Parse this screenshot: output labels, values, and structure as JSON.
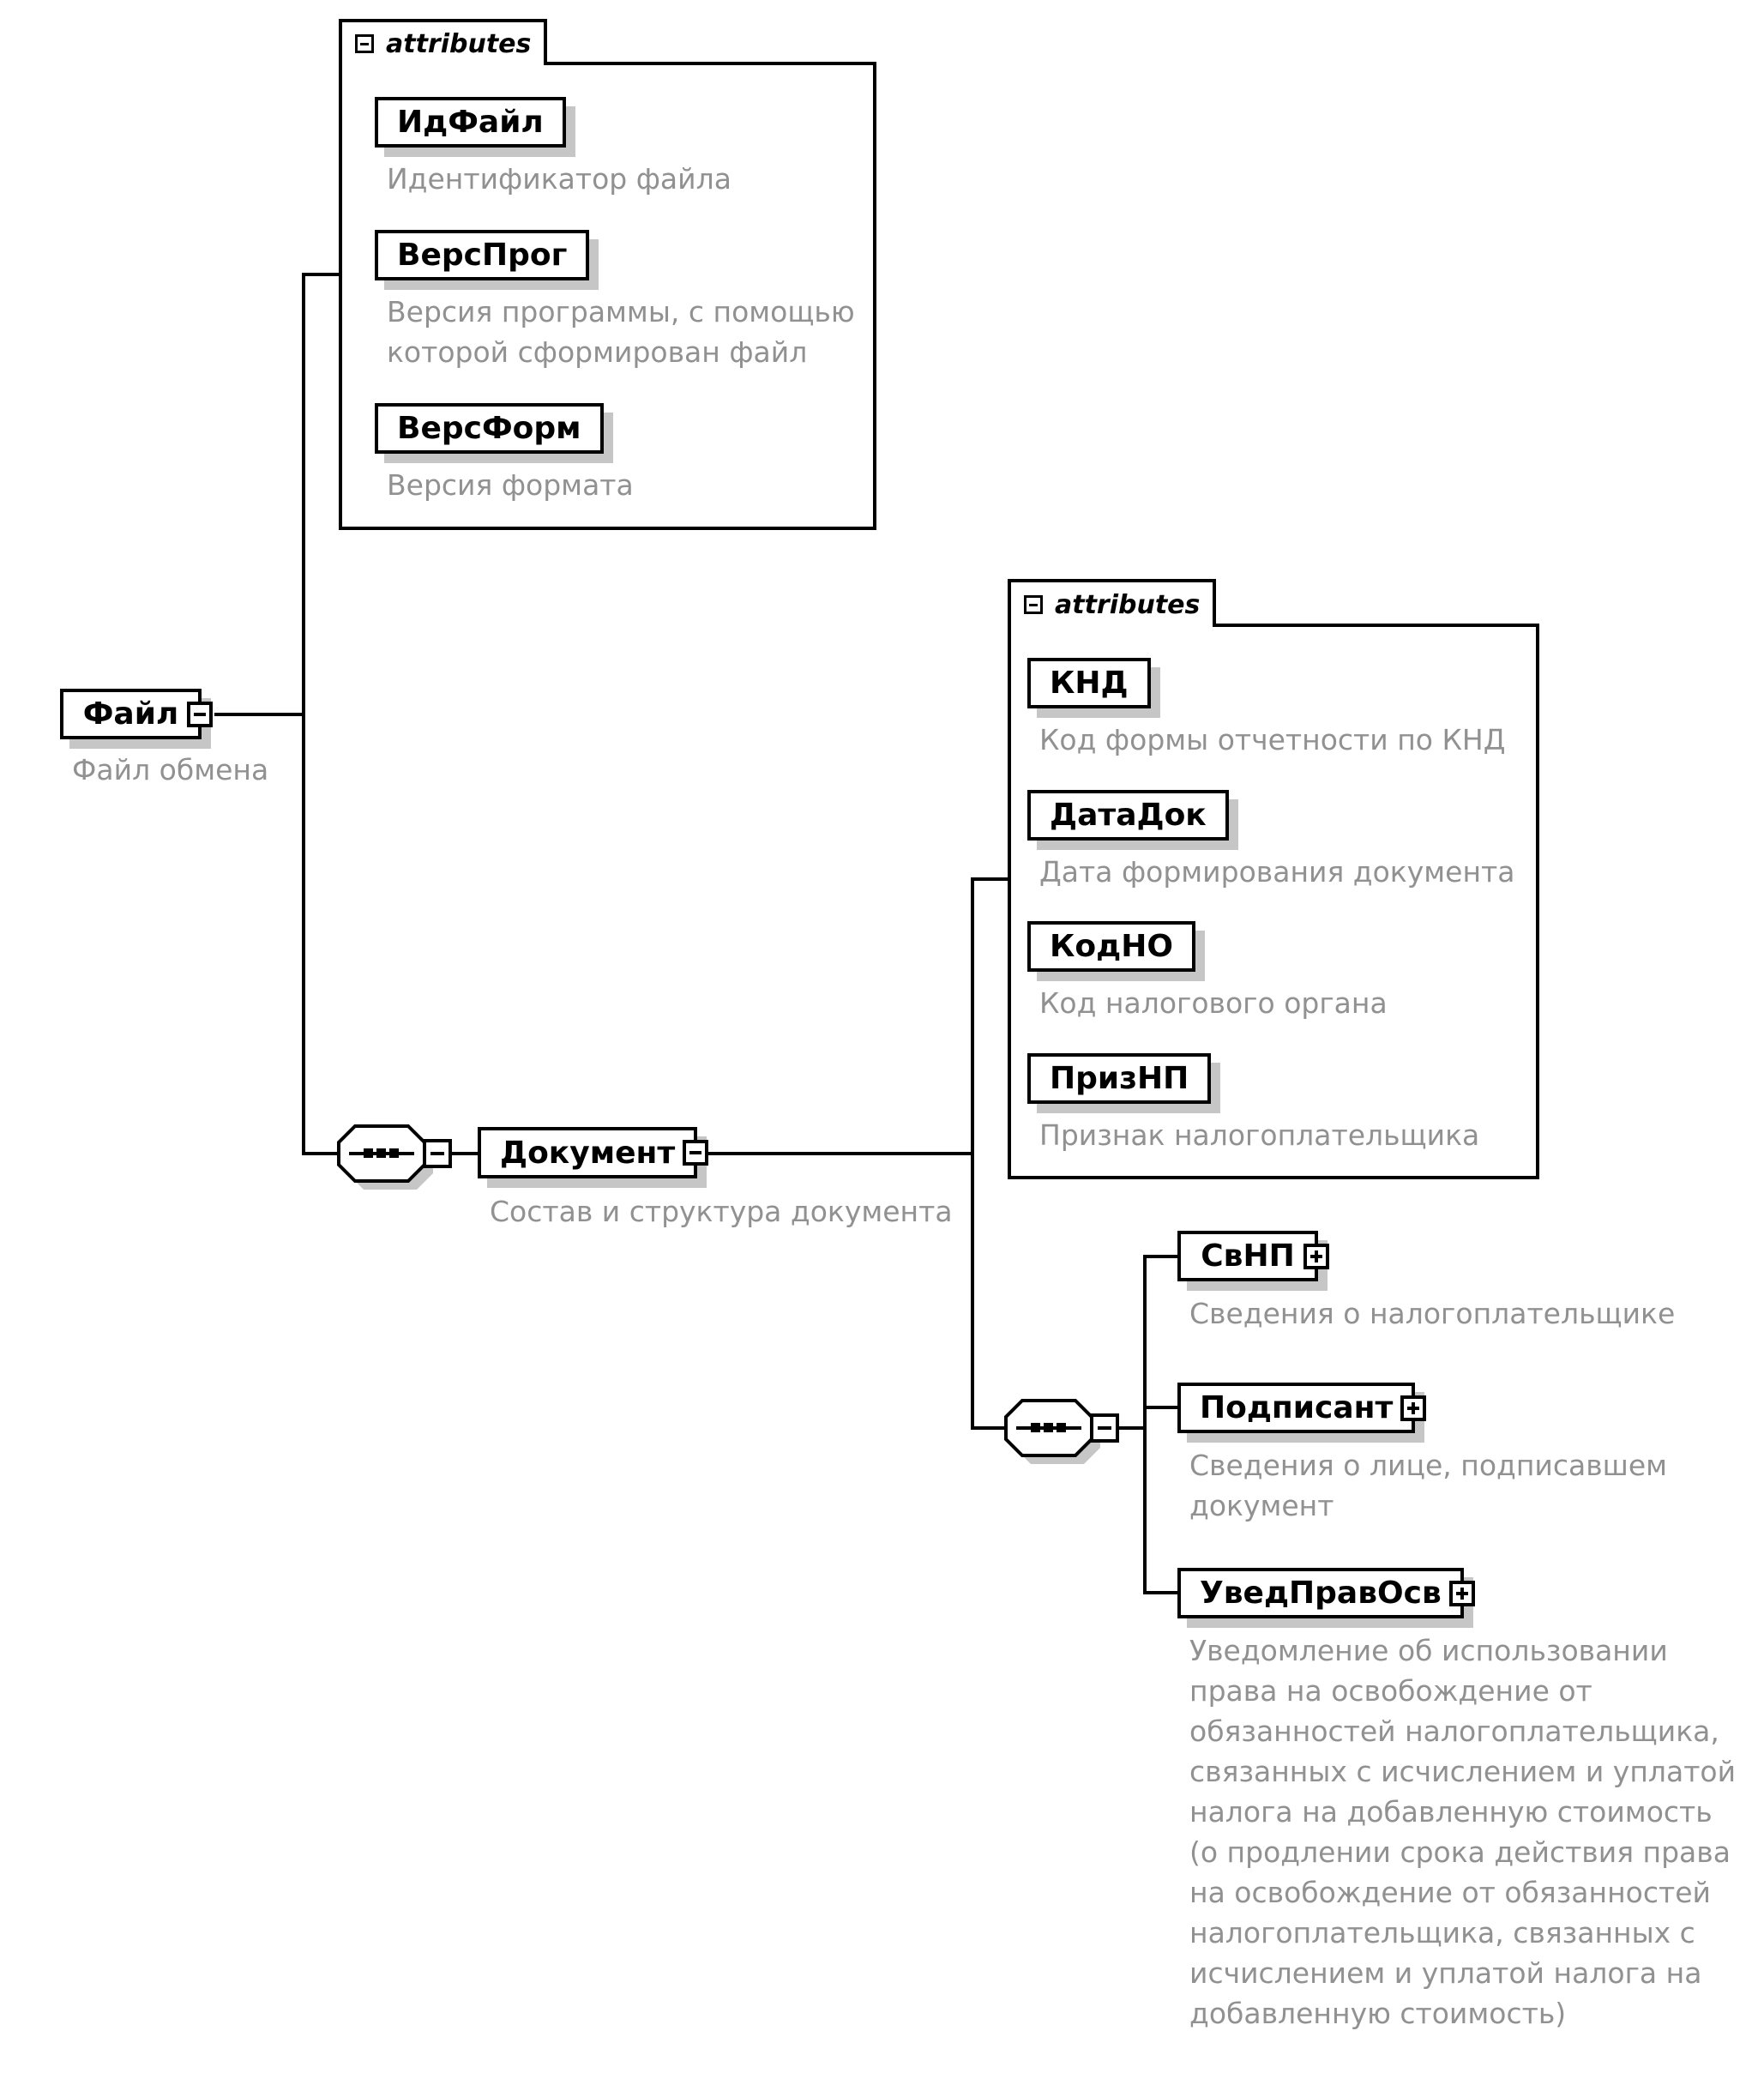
{
  "diagram": {
    "root": {
      "name": "Файл",
      "annotation": "Файл обмена"
    },
    "file_attributes": {
      "label": "attributes",
      "items": [
        {
          "name": "ИдФайл",
          "annotation": "Идентификатор файла"
        },
        {
          "name": "ВерсПрог",
          "annotation": "Версия программы, с помощью\nкоторой сформирован файл"
        },
        {
          "name": "ВерсФорм",
          "annotation": "Версия формата"
        }
      ]
    },
    "document": {
      "name": "Документ",
      "annotation": "Состав и структура документа"
    },
    "document_attributes": {
      "label": "attributes",
      "items": [
        {
          "name": "КНД",
          "annotation": "Код формы отчетности по КНД"
        },
        {
          "name": "ДатаДок",
          "annotation": "Дата формирования документа"
        },
        {
          "name": "КодНО",
          "annotation": "Код налогового органа"
        },
        {
          "name": "ПризНП",
          "annotation": "Признак налогоплательщика"
        }
      ]
    },
    "children": [
      {
        "name": "СвНП",
        "annotation": "Сведения о налогоплательщике"
      },
      {
        "name": "Подписант",
        "annotation": "Сведения о лице, подписавшем\nдокумент"
      },
      {
        "name": "УведПравОсв",
        "annotation": "Уведомление об использовании\nправа на освобождение от\nобязанностей налогоплательщика,\nсвязанных с исчислением и уплатой\nналога на добавленную стоимость\n(о продлении срока действия права\nна освобождение от обязанностей\nналогоплательщика, связанных с\nисчислением и уплатой налога на\nдобавленную стоимость)"
      }
    ],
    "colors": {
      "line": "#000000",
      "annotation": "#919191",
      "shadow": "#c6c6c6",
      "background": "#ffffff"
    }
  }
}
